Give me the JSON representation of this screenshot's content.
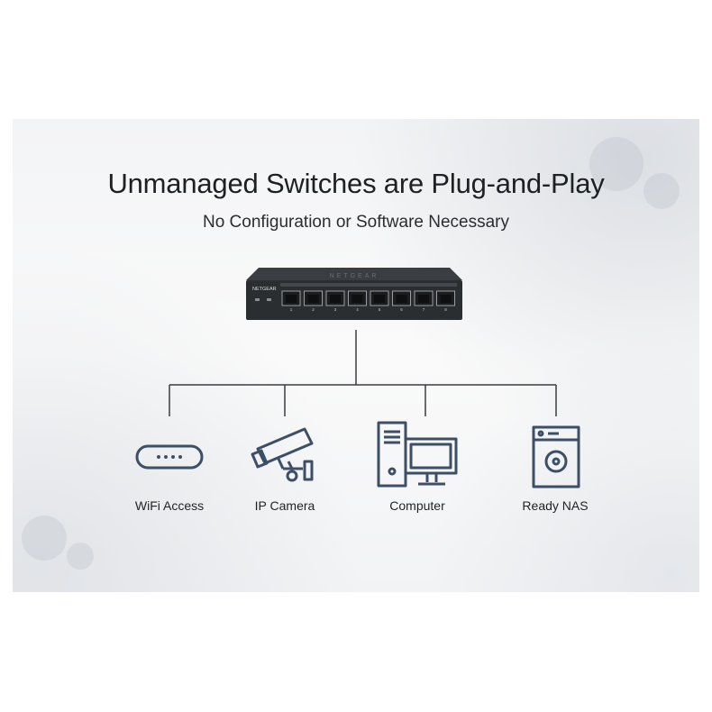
{
  "header": {
    "title": "Unmanaged Switches are Plug-and-Play",
    "subtitle": "No Configuration or Software Necessary"
  },
  "switch": {
    "brand": "NETGEAR",
    "port_count": 8,
    "port_numbers": [
      "1",
      "2",
      "3",
      "4",
      "5",
      "6",
      "7",
      "8"
    ],
    "body_color": "#2b2e31"
  },
  "devices": [
    {
      "label": "WiFi Access",
      "icon": "wifi-access-point-icon"
    },
    {
      "label": "IP Camera",
      "icon": "ip-camera-icon"
    },
    {
      "label": "Computer",
      "icon": "computer-icon"
    },
    {
      "label": "Ready NAS",
      "icon": "nas-icon"
    }
  ],
  "colors": {
    "icon_stroke": "#3c4f66",
    "line": "#3a3d41",
    "text": "#1e2124"
  }
}
